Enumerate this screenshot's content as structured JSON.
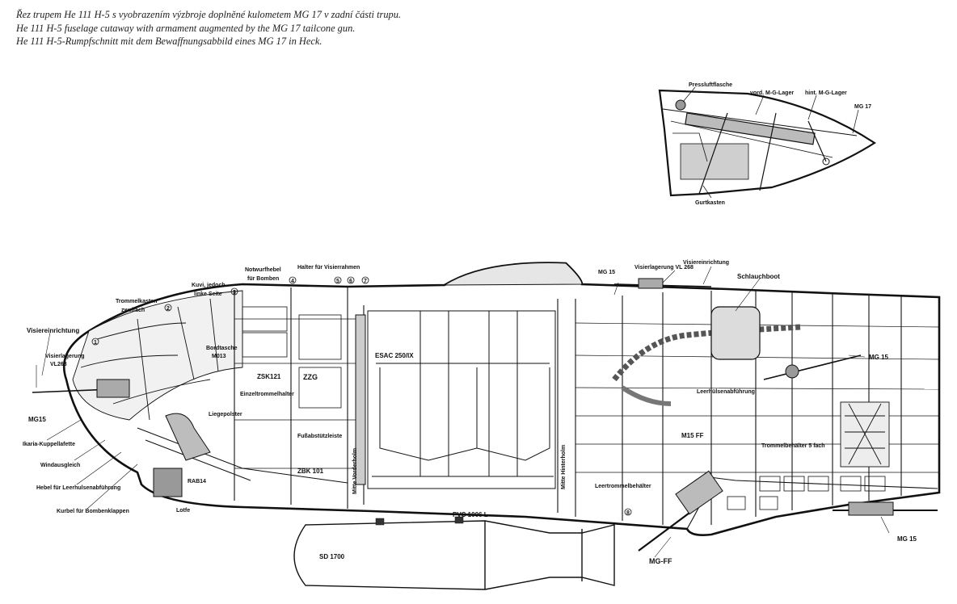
{
  "captions": {
    "cz": "Řez trupem He 111 H-5 s vyobrazením výzbroje doplněné kulometem MG 17 v zadní části trupu.",
    "en": "He 111 H-5 fuselage cutaway with armament augmented by the MG 17 tailcone gun.",
    "de": "He 111 H-5-Rumpfschnitt mit dem Bewaffnungsabbild eines MG 17 in Heck."
  },
  "inset": {
    "pressluftflasche": "Pressluftflasche",
    "vord_mg_lager": "vord. M-G-Lager",
    "hint_mg_lager": "hint. M-G-Lager",
    "mg17": "MG 17",
    "gurtkasten": "Gurtkasten"
  },
  "labels": {
    "visiereinrichtung_front": "Visiereinrichtung",
    "visierlagerung": "Visierlagerung",
    "vl268": "VL268",
    "mg15_nose": "MG15",
    "ikaria": "Ikaria-Kuppellafette",
    "windausgleich": "Windausgleich",
    "hebel": "Hebel für Leerhulsenabführung",
    "kurbel": "Kurbel für Bombenklappen",
    "trommelkasten": "Trommelkasten",
    "zweifach": "zweifach",
    "kuvi": "Kuvi, jedoch",
    "linke_seite": "linke Seite",
    "bordtasche": "Bordtasche",
    "m013": "M013",
    "liegepolster": "Liegepolster",
    "rab14": "RAB14",
    "lotfe": "Lotfe",
    "notwurfhebel": "Notwurfhebel",
    "fuer_bomben": "für Bomben",
    "halter_visier": "Halter für Visierrahmen",
    "zsk": "ZSK121",
    "zzg": "ZZG",
    "einzeltrommel": "Einzeltrommelhalter",
    "fussabstuetz": "Fußabstützleiste",
    "zbk": "ZBK 101",
    "vorderholm": "Mitte Vorderholm",
    "esac": "ESAC 250/IX",
    "hinterholm": "Mitte Hinterholm",
    "pvc": "PVC 1006 L",
    "sd1700": "SD 1700",
    "mg15_top": "MG 15",
    "visierlagerung_top": "Visierlagerung VL 268",
    "visiereinrichtung_top": "Visiereinrichtung",
    "schlauchboot": "Schlauchboot",
    "leerhuelsen": "Leerhülsenabführung",
    "m15ff": "M15 FF",
    "leertrommel": "Leertrommelbehälter",
    "mg15_side": "MG 15",
    "trommelbehaelter": "Trommelbehälter 5 fach",
    "mgff": "MG-FF",
    "mg15_tail": "MG 15"
  },
  "callouts": [
    "1",
    "2",
    "3",
    "4",
    "5",
    "6",
    "7",
    "8"
  ]
}
